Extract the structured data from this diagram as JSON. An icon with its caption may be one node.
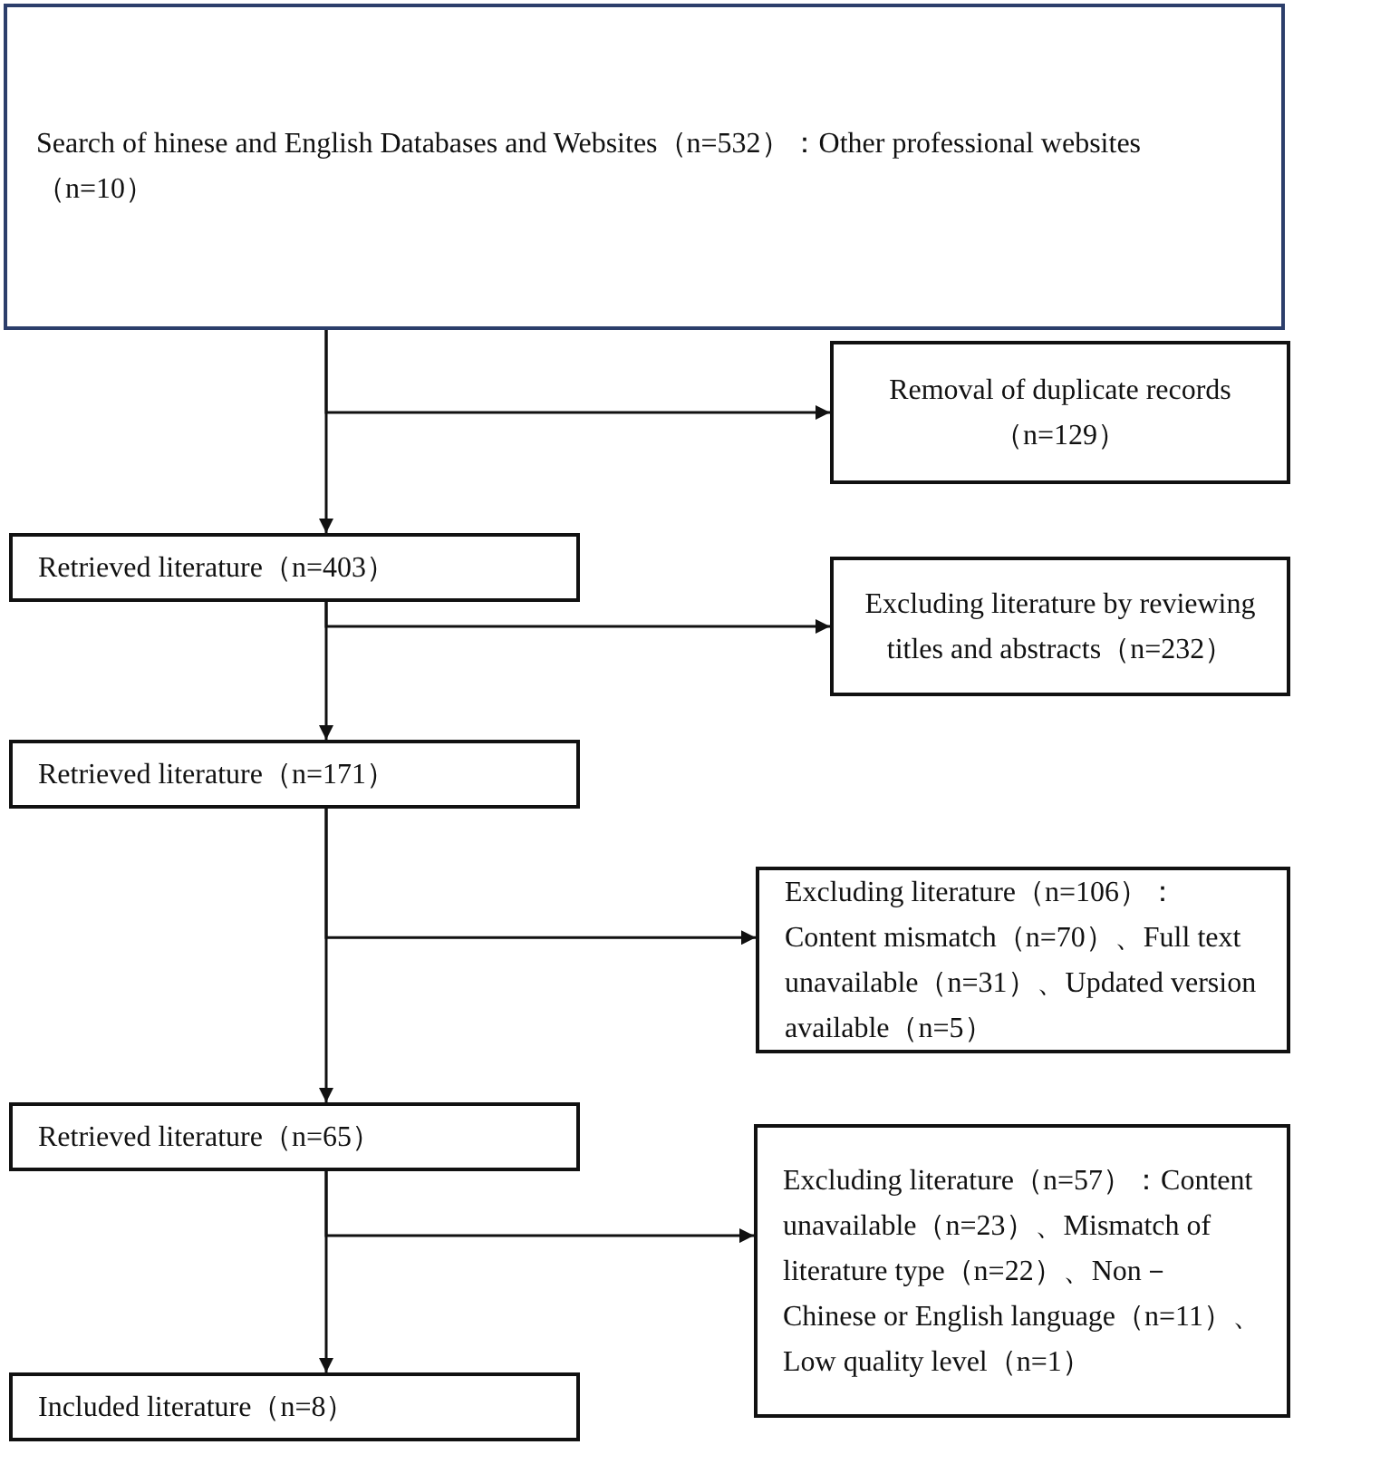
{
  "diagram": {
    "nodes": [
      {
        "text": [
          "Search of hinese and English Databases and Websites（n=532）：Other professional websites（n=10）"
        ]
      },
      {
        "text": [
          "Removal of duplicate records（n=129）"
        ]
      },
      {
        "text": [
          "Retrieved literature（n=403）"
        ]
      },
      {
        "text": [
          "Excluding literature by reviewing titles and abstracts（n=232）"
        ]
      },
      {
        "text": [
          "Retrieved literature（n=171）"
        ]
      },
      {
        "text": [
          "Excluding literature（n=106）：Content mismatch（n=70）、Full text unavailable（n=31）、Updated version available（n=5）"
        ]
      },
      {
        "text": [
          "Retrieved literature（n=65）"
        ]
      },
      {
        "text": [
          "Excluding literature（n=57）：Content unavailable（n=23）、Mismatch of literature type（n=22）、Non－Chinese or English language（n=11）、Low quality level（n=1）"
        ]
      },
      {
        "text": [
          "Included literature（n=8）"
        ]
      }
    ],
    "edges": [
      {
        "from": 0,
        "to": 2,
        "arrow": "to"
      },
      {
        "from": 0,
        "to": 1,
        "arrow": "to"
      },
      {
        "from": 2,
        "to": 4,
        "arrow": "to"
      },
      {
        "from": 2,
        "to": 3,
        "arrow": "to"
      },
      {
        "from": 4,
        "to": 6,
        "arrow": "to"
      },
      {
        "from": 4,
        "to": 5,
        "arrow": "to"
      },
      {
        "from": 6,
        "to": 8,
        "arrow": "to"
      },
      {
        "from": 6,
        "to": 7,
        "arrow": "to"
      }
    ]
  }
}
